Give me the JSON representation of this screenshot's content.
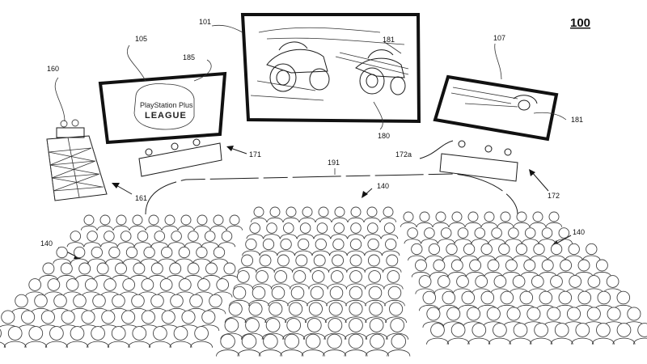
{
  "figure_label": "100",
  "screen_left": {
    "ref": "105",
    "logo_ref": "185",
    "logo_line1": "PlayStation Plus",
    "logo_line2": "LEAGUE"
  },
  "screen_center": {
    "ref": "101",
    "rider_ref": "181",
    "bottom_ref": "180"
  },
  "screen_right": {
    "ref": "107",
    "rider_ref": "181"
  },
  "tower": {
    "ref": "160",
    "arrow_ref": "161"
  },
  "device_left": {
    "ref": "171"
  },
  "device_right": {
    "ref": "172",
    "sensor_ref": "172a"
  },
  "path": {
    "ref": "191"
  },
  "audience": {
    "left_ref": "140",
    "center_ref": "140",
    "right_ref": "140"
  },
  "colors": {
    "ink": "#111111",
    "background": "#ffffff"
  }
}
